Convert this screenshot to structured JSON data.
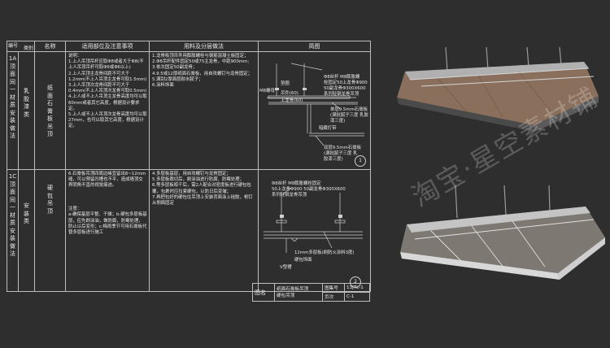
{
  "table": {
    "headers": {
      "code": "编号",
      "category": "类别",
      "name": "名称",
      "usage": "适用部位及注意事项",
      "materials": "用料及分层做法",
      "drawing": "简图"
    },
    "rows": [
      {
        "code": "1A\n顶\n面\n同\n一\n材\n质\n安\n装\n做\n法",
        "category": "乳\n胶\n漆\n类",
        "name": "纸\n面\n石\n膏\n板\n吊\n顶",
        "usage": "说明：\n1.上人吊顶吊杆应取Φ8或者大于Φ8(不上人吊顶吊杆可取Φ6或Φ6以上)\n2.上人吊顶主龙骨间距不可大于1.2mm(不上人吊顶主龙骨可取1.5mm)\n3.上人吊顶次龙骨间距不可大于0.4mm(不上人吊顶次龙骨可取0.5mm)\n4.上人或不上人吊顶主龙骨高度均可以取60mm或者其它高度，根据设计要求定。\n5.上人或不上人吊顶次龙骨高度均可以取27mm，也可以取其它高度，根据设计定。",
        "materials": "1.龙骨吸顶吊件用膨胀螺栓与钢筋混凝土板固定；\n2.Φ8吊杆配件固定50或75主龙骨，中距900mm;\n3.依次固定50副龙骨；\n4.9.5或12厚纸面石膏板，用自攻螺钉与龙骨固定；\n5.满刮2厚面层耐水腻子；\n6.涂料饰面",
        "drawing_labels": {
          "a": "垫圈",
          "b": "M8螺母",
          "c": "吊件(60)",
          "d": "上龙骨(60)",
          "e": "Φ8丝杆 M8膨胀螺\n栓固定50上龙骨Φ900\n50副龙骨Φ300X600\n系列轻钢龙骨吊顶",
          "f": "单层9.5mm石膏板\n(满批腻子三度 乳胶\n漆三度)",
          "g": "暗藏灯带",
          "h": "双层9.5mm石膏板\n(满批腻子三度 乳\n胶漆三度)",
          "num": "1"
        }
      },
      {
        "code": "1C\n顶\n面\n同\n一\n材\n质\n安\n装\n做\n法",
        "category": "安\n装\n类",
        "name": "硬\n包\n吊\n顶",
        "usage": "6.石膏板吊顶四周边缘宜留出8~12mm缝，可以预留凹槽也不平，造成墙顶交界阴角不直的视觉痕迹。\n\n\n\n注意：\na:确保基层平整、干燥；b:硬包多层板基层，应先刷涂油，做防腐，防霉处理，防止以后变形；c:梅雨季节可用石膏板代替多层板进行施工",
        "materials": "4.多层板基层，用自攻螺钉与龙骨固定；\n5.多层板裁切后，刷涂油进行防腐、防霉处理；\n6.等多层板晾干后，需2人配合对密度板进行硬包包覆，包裹时应拉紧硬包，以防日后变皱；\n7.再把包好的硬包往吊顶上安装背面涂上硅胶，枪钉从侧面固定",
        "drawing_labels": {
          "a": "Φ8丝杆 M8膨胀螺栓固定\n50上龙骨Φ900  50副龙骨Φ300X600\n系列轻钢龙骨吊顶",
          "b": "12mm多层板(刷防火涂料3度)",
          "c": "硬包饰面",
          "d": "V型槽",
          "num": "2"
        }
      }
    ]
  },
  "title_block": {
    "title_label": "图名",
    "title_value": "纸面石膏板吊顶\n硬包吊顶",
    "sheet_no_label": "图集号",
    "sheet_no": "13JTL-1",
    "page_label": "页次",
    "page": "C-1"
  },
  "watermark": "淘宝·星空素材铺"
}
